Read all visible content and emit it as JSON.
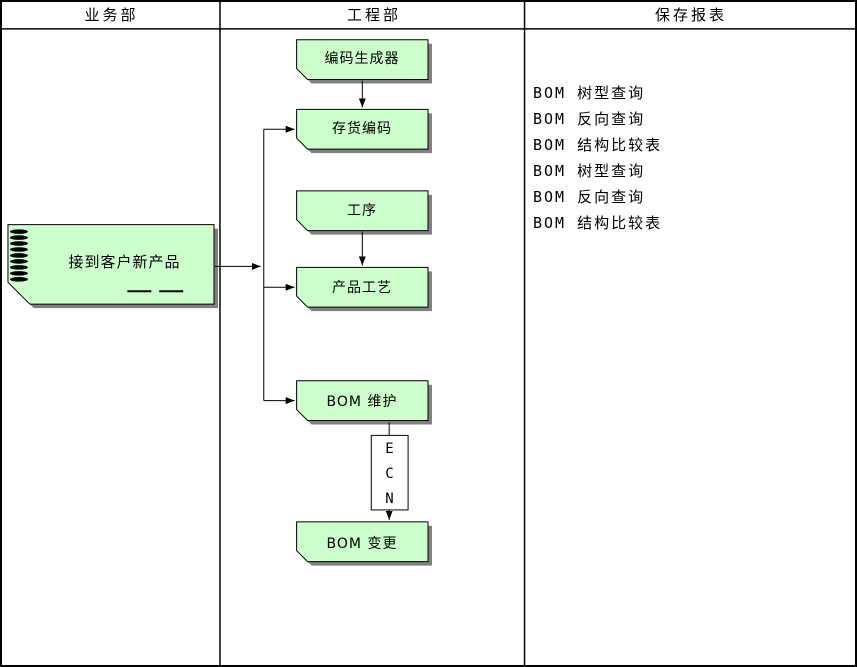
{
  "lanes": [
    {
      "title": "业务部"
    },
    {
      "title": "工程部"
    },
    {
      "title": "保存报表"
    }
  ],
  "document": {
    "label": "接到客户新产品"
  },
  "cards": [
    {
      "label": "编码生成器"
    },
    {
      "label": "存货编码"
    },
    {
      "label": "工序"
    },
    {
      "label": "产品工艺"
    },
    {
      "label": "BOM 维护"
    },
    {
      "label": "BOM 变更"
    }
  ],
  "ecn": {
    "letters": [
      "E",
      "C",
      "N"
    ]
  },
  "reports": [
    "BOM 树型查询",
    "BOM 反向查询",
    "BOM 结构比较表",
    "BOM 树型查询",
    "BOM 反向查询",
    "BOM 结构比较表"
  ],
  "colors": {
    "card_fill": "#ccffcc",
    "shadow": "#808080",
    "line": "#000000",
    "background": "#ffffff"
  }
}
